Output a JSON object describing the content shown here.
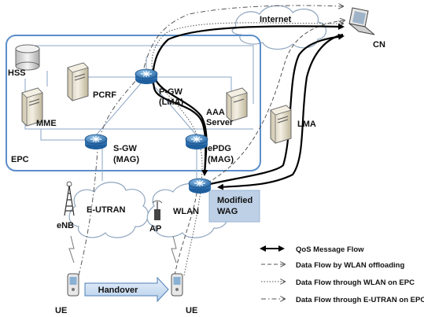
{
  "colors": {
    "epc_border": "#5b8ec9",
    "link": "#8aa4c4",
    "router_fill": "#2f6fb0",
    "router_light": "#6fa8dc",
    "cloud_stroke": "#8fa6bf",
    "wag_box": "#bdd0e6",
    "handover_fill": "#cfe0f3",
    "handover_stroke": "#4e7fb6",
    "server_fill": "#e8e2cf",
    "server_stroke": "#6b6b6b",
    "qos_line": "#000000",
    "data_line": "#555555"
  },
  "diagram": {
    "epc_label": "EPC",
    "internet_label": "Internet",
    "cn_label": "CN",
    "hss_label": "HSS",
    "mme_label": "MME",
    "pcrf_label": "PCRF",
    "pgw_label": "P-GW",
    "pgw_sub": "(LMA)",
    "aaa_label": "AAA",
    "aaa_sub": "Server",
    "sgw_label": "S-GW",
    "sgw_sub": "(MAG)",
    "epdg_label": "ePDG",
    "epdg_sub": "(MAG)",
    "lma_label": "LMA",
    "wag_label": "Modified",
    "wag_sub": "WAG",
    "eutran_label": "E-UTRAN",
    "wlan_label": "WLAN",
    "enb_label": "eNB",
    "ap_label": "AP",
    "ue_left_label": "UE",
    "ue_right_label": "UE",
    "handover_label": "Handover"
  },
  "legend": {
    "qos": "QoS Message Flow",
    "offload": "Data Flow by WLAN offloading",
    "wlan_epc": "Data Flow through WLAN on EPC",
    "eutran_epc": "Data Flow through E-UTRAN on EPC"
  },
  "icons": {
    "router": "router-icon",
    "server": "server-icon",
    "database": "database-icon",
    "laptop": "laptop-icon",
    "phone": "phone-icon",
    "antenna": "antenna-icon",
    "lightning": "lightning-icon"
  }
}
